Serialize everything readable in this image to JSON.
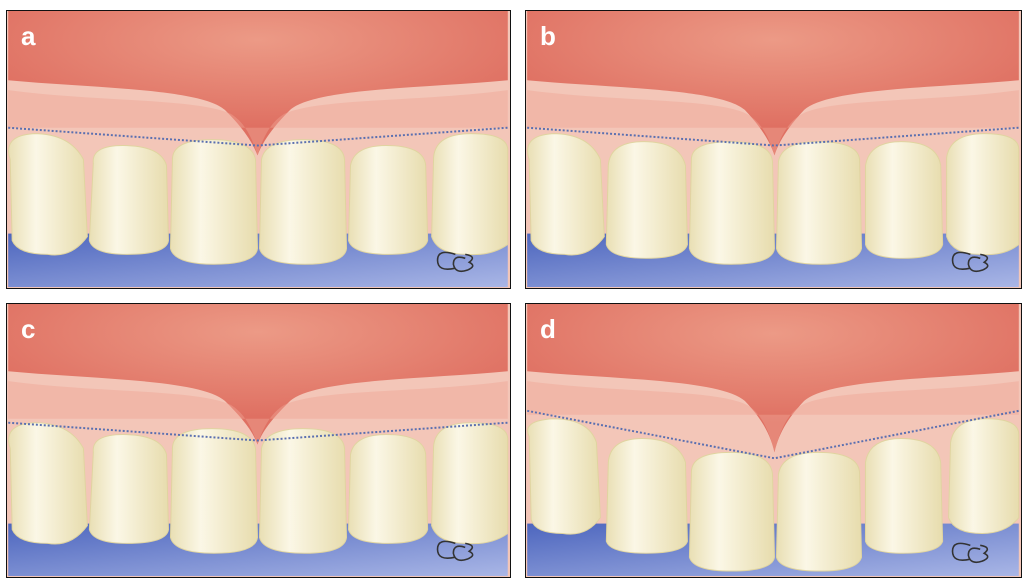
{
  "panels": [
    {
      "id": "a",
      "label": "a"
    },
    {
      "id": "b",
      "label": "b"
    },
    {
      "id": "c",
      "label": "c"
    },
    {
      "id": "d",
      "label": "d"
    }
  ],
  "colors": {
    "lip": "#df7062",
    "gingiva": "#f3c6b8",
    "tooth": "#f6f0d4",
    "tongue": "#6f87cc",
    "guideline": "#5a6fb0",
    "border": "#111111"
  },
  "icons": [
    "signature-logo"
  ]
}
